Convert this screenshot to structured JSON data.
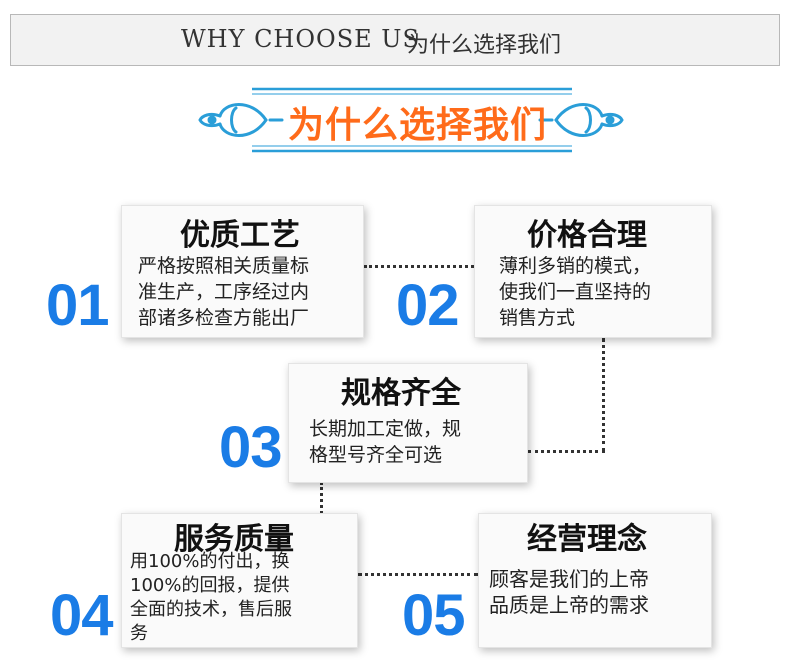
{
  "header": {
    "title_en": "WHY CHOOSE US",
    "title_cn": "为什么选择我们"
  },
  "banner": {
    "title": "为什么选择我们",
    "accent_color": "#ff6b1a",
    "ornament_color": "#2a9ed8"
  },
  "features": [
    {
      "number": "01",
      "title": "优质工艺",
      "text": "严格按照相关质量标\n准生产，工序经过内\n部诸多检查方能出厂"
    },
    {
      "number": "02",
      "title": "价格合理",
      "text": "薄利多销的模式，\n使我们一直坚持的\n销售方式"
    },
    {
      "number": "03",
      "title": "规格齐全",
      "text": "长期加工定做，规\n格型号齐全可选"
    },
    {
      "number": "04",
      "title": "服务质量",
      "text": "用100%的付出，换\n100%的回报，提供\n全面的技术，售后服\n务"
    },
    {
      "number": "05",
      "title": "经营理念",
      "text": "顾客是我们的上帝\n品质是上帝的需求"
    }
  ],
  "number_color": "#1a7ce6"
}
